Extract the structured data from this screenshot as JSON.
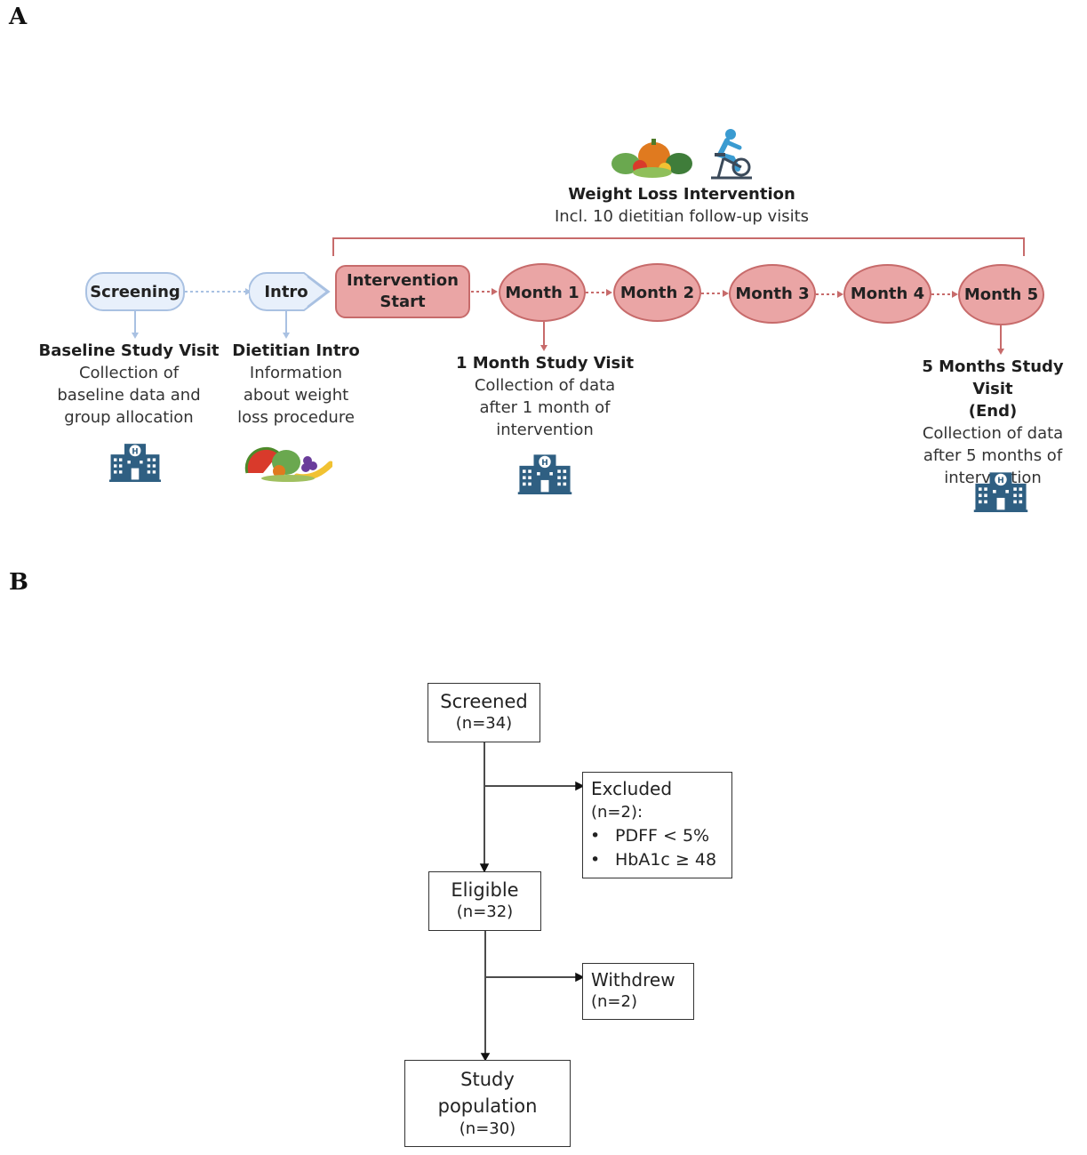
{
  "panel_a": {
    "label": "A",
    "intervention": {
      "title": "Weight Loss Intervention",
      "subtitle": "Incl. 10 dietitian follow-up visits"
    },
    "stages": {
      "screening": "Screening",
      "intro": "Intro",
      "intervention_start": [
        "Intervention",
        "Start"
      ],
      "months": [
        "Month 1",
        "Month 2",
        "Month 3",
        "Month 4",
        "Month 5"
      ]
    },
    "notes": {
      "baseline": {
        "title": "Baseline Study Visit",
        "lines": [
          "Collection of",
          "baseline data and",
          "group allocation"
        ]
      },
      "dietitian": {
        "title": "Dietitian Intro",
        "lines": [
          "Information",
          "about weight",
          "loss procedure"
        ]
      },
      "month1": {
        "title": "1 Month Study Visit",
        "lines": [
          "Collection of data",
          "after 1 month of",
          "intervention"
        ]
      },
      "month5": {
        "title": [
          "5 Months Study Visit",
          "(End)"
        ],
        "lines": [
          "Collection of data",
          "after 5 months of",
          "intervention"
        ]
      }
    },
    "icons": [
      "vegetables-icon",
      "exercise-bike-icon",
      "hospital-icon",
      "fruit-basket-icon"
    ],
    "colors": {
      "blue_fill": "#e8f0fb",
      "blue_border": "#a9c1e2",
      "red_fill": "#eaa5a5",
      "red_border": "#c76b6b",
      "hospital": "#2f5f82"
    }
  },
  "panel_b": {
    "label": "B",
    "screened": {
      "label": "Screened",
      "n": "(n=34)"
    },
    "excluded": {
      "label": "Excluded",
      "n": "(n=2):",
      "reasons": [
        "PDFF < 5%",
        "HbA1c ≥ 48"
      ]
    },
    "eligible": {
      "label": "Eligible",
      "n": "(n=32)"
    },
    "withdrew": {
      "label": "Withdrew",
      "n": "(n=2)"
    },
    "study_population": {
      "label": [
        "Study",
        "population"
      ],
      "n": "(n=30)"
    }
  }
}
